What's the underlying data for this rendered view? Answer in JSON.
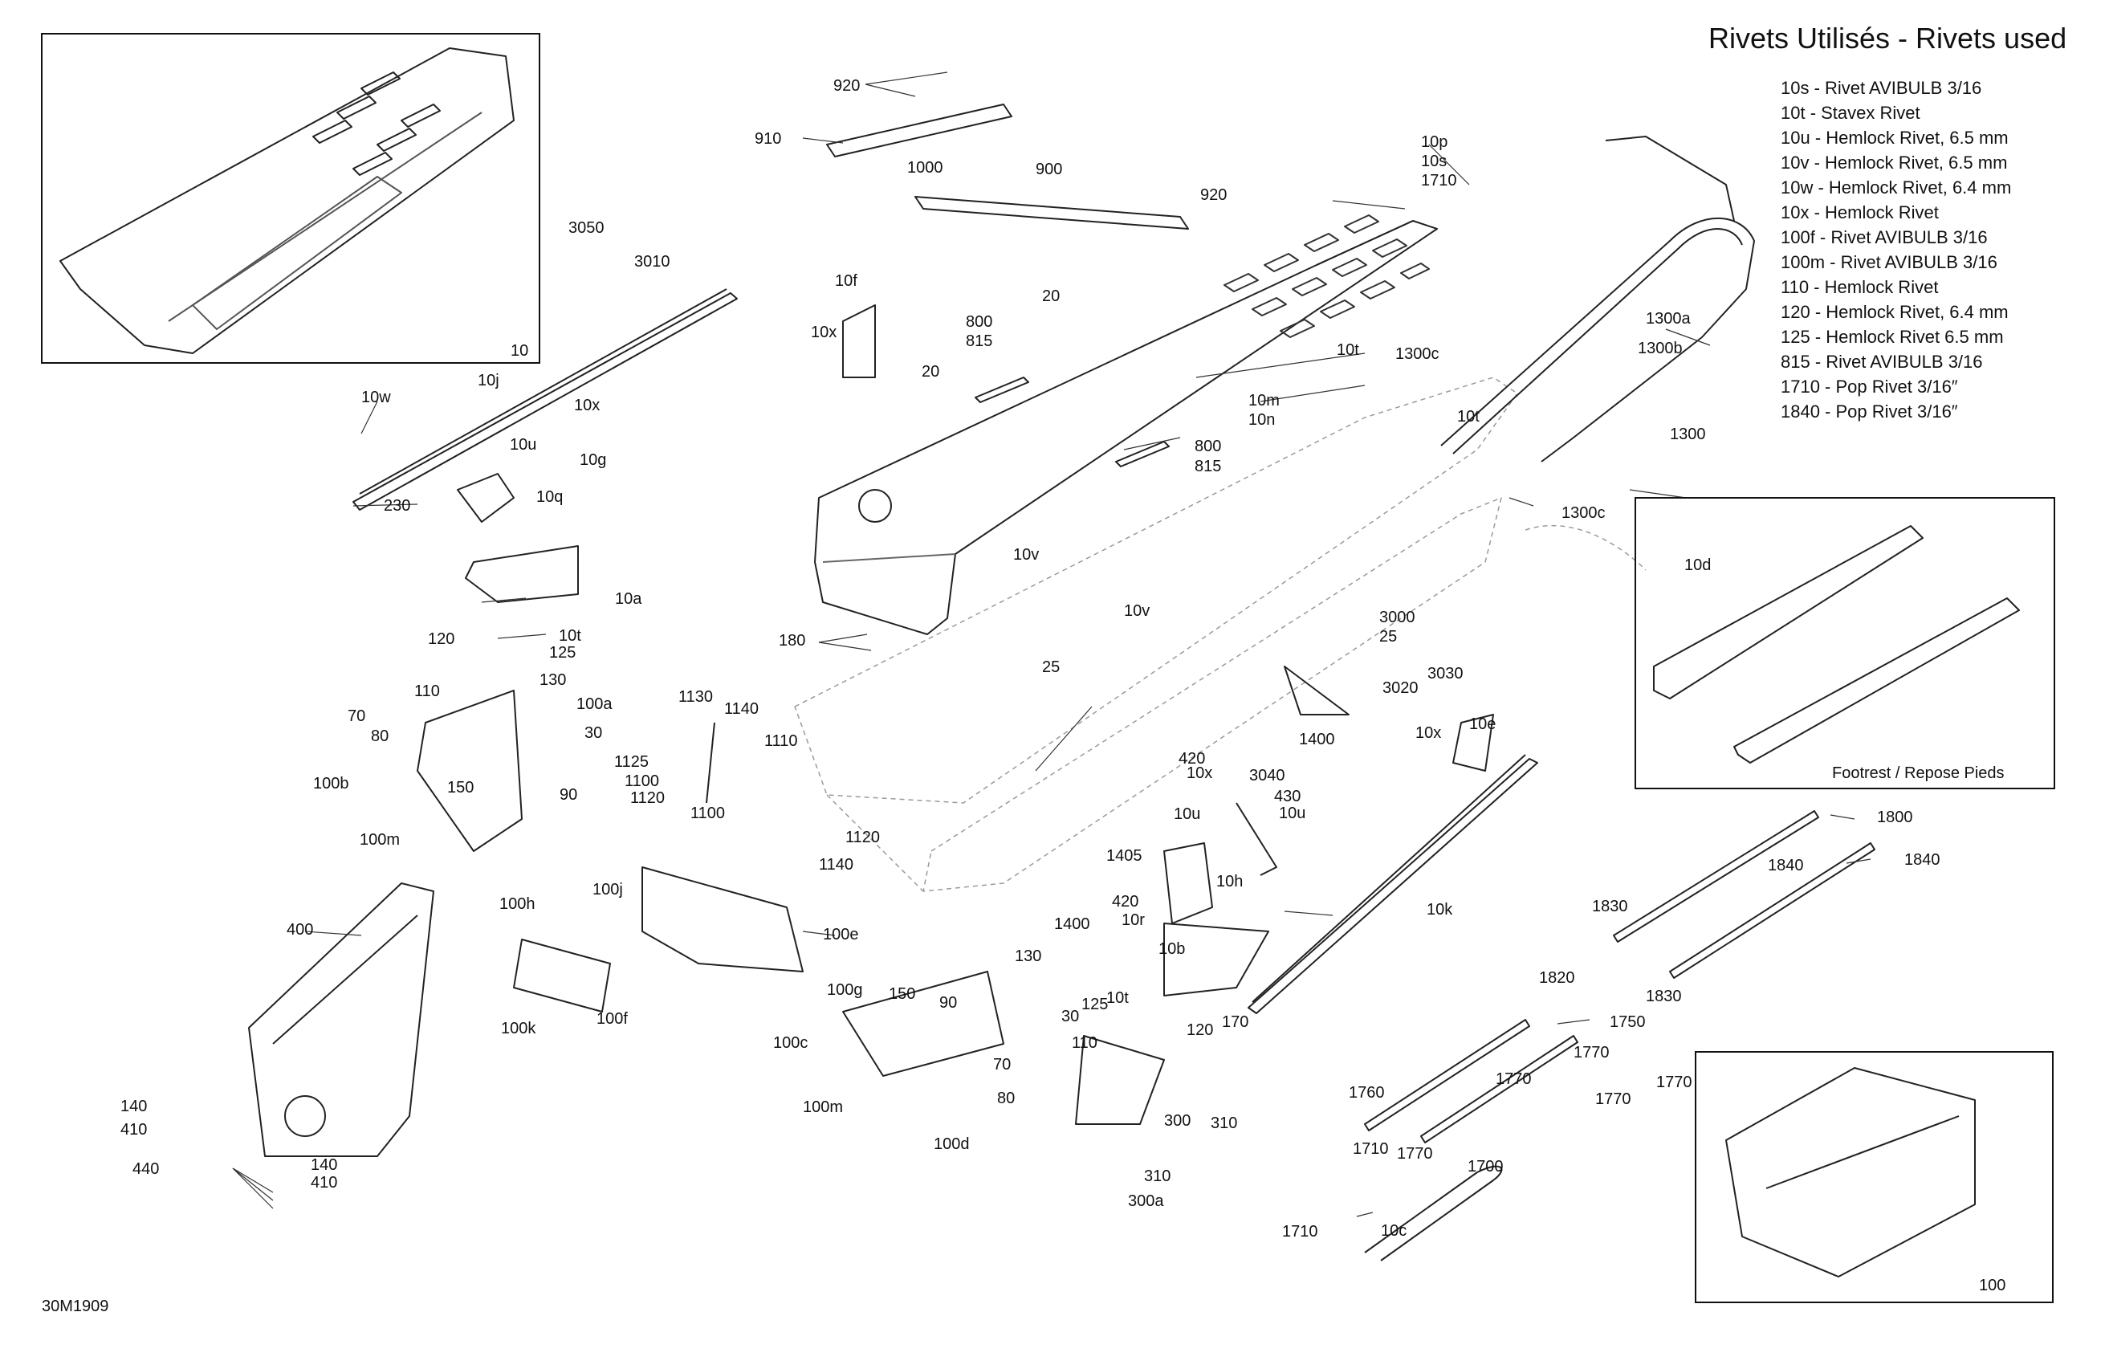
{
  "title": "Rivets Utilisés - Rivets used",
  "legend": [
    "10s - Rivet AVIBULB 3/16",
    "10t - Stavex Rivet",
    "10u - Hemlock Rivet, 6.5 mm",
    "10v - Hemlock Rivet, 6.5 mm",
    "10w - Hemlock Rivet, 6.4 mm",
    "10x - Hemlock Rivet",
    "100f - Rivet AVIBULB 3/16",
    "100m - Rivet AVIBULB 3/16",
    "110 - Hemlock Rivet",
    "120 - Hemlock Rivet, 6.4 mm",
    "125 - Hemlock Rivet 6.5 mm",
    "815 - Rivet AVIBULB 3/16",
    "1710 - Pop Rivet 3/16″",
    "1840 - Pop Rivet 3/16″"
  ],
  "insets": {
    "tunnel_label": "10",
    "footrest_caption": "Footrest / Repose Pieds",
    "frame_label": "100"
  },
  "figure_code": "30M1909",
  "callouts": [
    "920",
    "910",
    "1000",
    "900",
    "920",
    "3050",
    "3010",
    "10f",
    "10x",
    "800",
    "815",
    "20",
    "20",
    "10t",
    "10m",
    "10n",
    "1300c",
    "10p",
    "10s",
    "1710",
    "1300a",
    "1300b",
    "1300",
    "10t",
    "1300c",
    "10w",
    "10j",
    "10x",
    "10u",
    "10g",
    "230",
    "10q",
    "800",
    "815",
    "10a",
    "10v",
    "10v",
    "120",
    "10t",
    "125",
    "180",
    "130",
    "25",
    "3000",
    "25",
    "3030",
    "3020",
    "10x",
    "10e",
    "110",
    "100a",
    "70",
    "80",
    "30",
    "150",
    "100b",
    "90",
    "1130",
    "1140",
    "1110",
    "1125",
    "1100",
    "1120",
    "1100",
    "1120",
    "1140",
    "1400",
    "420",
    "10x",
    "3040",
    "430",
    "10u",
    "10u",
    "10h",
    "1405",
    "420",
    "10r",
    "1400",
    "10k",
    "100m",
    "400",
    "100h",
    "100j",
    "100e",
    "10b",
    "10t",
    "125",
    "120",
    "170",
    "130",
    "150",
    "90",
    "30",
    "110",
    "70",
    "80",
    "300",
    "100g",
    "100c",
    "100k",
    "100f",
    "100m",
    "100d",
    "310",
    "310",
    "300a",
    "140",
    "410",
    "440",
    "140",
    "410",
    "1800",
    "1840",
    "1840",
    "1830",
    "1820",
    "1830",
    "1750",
    "1770",
    "1770",
    "1770",
    "1770",
    "1760",
    "1770",
    "1710",
    "1700",
    "1710",
    "10c",
    "10d"
  ]
}
